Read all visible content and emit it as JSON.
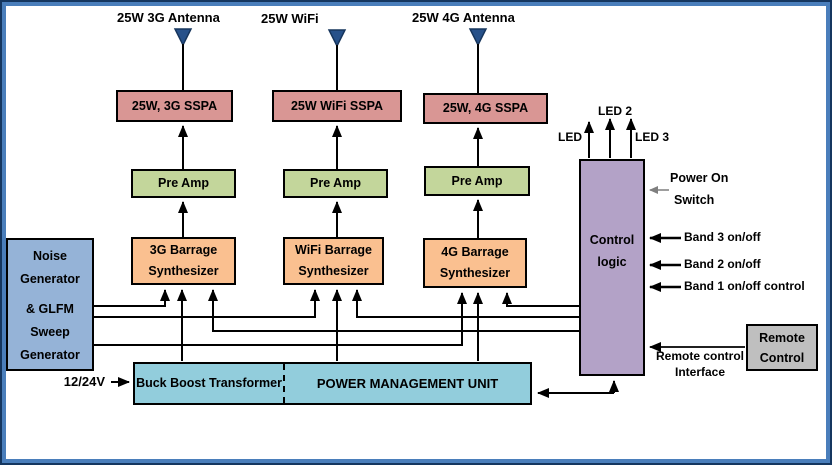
{
  "colors": {
    "frame_blue": "#4a7ebb",
    "frame_dark": "#15365f",
    "sspa_pink": "#d99694",
    "preamp_green": "#c3d69b",
    "synth_orange": "#fac090",
    "noise_blue": "#95b3d7",
    "pmu_teal": "#92cddc",
    "control_purple": "#b3a2c7",
    "remote_gray": "#bfbfbf",
    "antenna_navy": "#27518a",
    "wire_black": "#000000"
  },
  "antennas": [
    {
      "label": "25W 3G Antenna"
    },
    {
      "label": "25W WiFi"
    },
    {
      "label": "25W 4G Antenna"
    }
  ],
  "sspa_blocks": [
    {
      "label": "25W, 3G SSPA"
    },
    {
      "label": "25W WiFi  SSPA"
    },
    {
      "label": "25W, 4G SSPA"
    }
  ],
  "preamp_blocks": [
    {
      "label": "Pre Amp"
    },
    {
      "label": "Pre Amp"
    },
    {
      "label": "Pre Amp"
    }
  ],
  "synth_blocks": [
    {
      "line1": "3G Barrage",
      "line2": "Synthesizer"
    },
    {
      "line1": "WiFi Barrage",
      "line2": "Synthesizer"
    },
    {
      "line1": "4G  Barrage",
      "line2": "Synthesizer"
    }
  ],
  "noise_generator": {
    "line1": "Noise",
    "line2": "Generator",
    "line3": "& GLFM",
    "line4": "Sweep",
    "line5": "Generator"
  },
  "power_management": {
    "left_label": "Buck Boost Transformer",
    "right_label": "POWER MANAGEMENT UNIT",
    "input_label": "12/24V"
  },
  "control_logic": {
    "line1": "Control",
    "line2": "logic"
  },
  "remote_control": {
    "line1": "Remote",
    "line2": "Control"
  },
  "annotations": {
    "led1": "LED",
    "led2": "LED 2",
    "led3": "LED 3",
    "power_on_line1": "Power On",
    "power_on_line2": "Switch",
    "band3": "Band 3 on/off",
    "band2": "Band 2 on/off",
    "band1": "Band 1 on/off control",
    "remote_iface_line1": "Remote control",
    "remote_iface_line2": "Interface"
  }
}
